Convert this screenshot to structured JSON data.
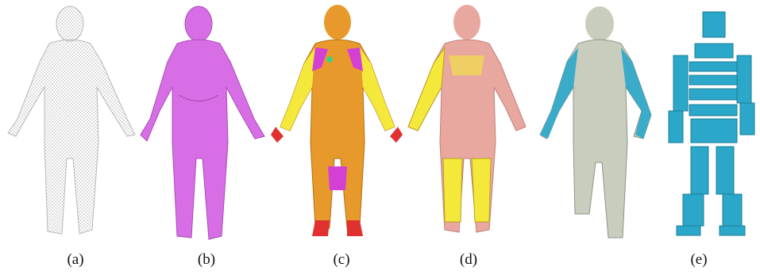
{
  "figure": {
    "panels": [
      {
        "label": "(a)",
        "description_icon": "wireframe-mesh-body-icon",
        "color": "#d9d9d9"
      },
      {
        "label": "(b)",
        "description_icon": "magenta-scan-body-icon",
        "color": "#d86ee6"
      },
      {
        "label": "(c)",
        "description_icon": "segmented-orange-body-icon",
        "color": "#e79a2b"
      },
      {
        "label": "(d)",
        "description_icon": "pink-fitted-body-icon",
        "color": "#e8a8a0"
      },
      {
        "label": "(e)",
        "description_icon": "skeleton-boxes-body-icon",
        "color": "#2aa7c9"
      }
    ]
  }
}
